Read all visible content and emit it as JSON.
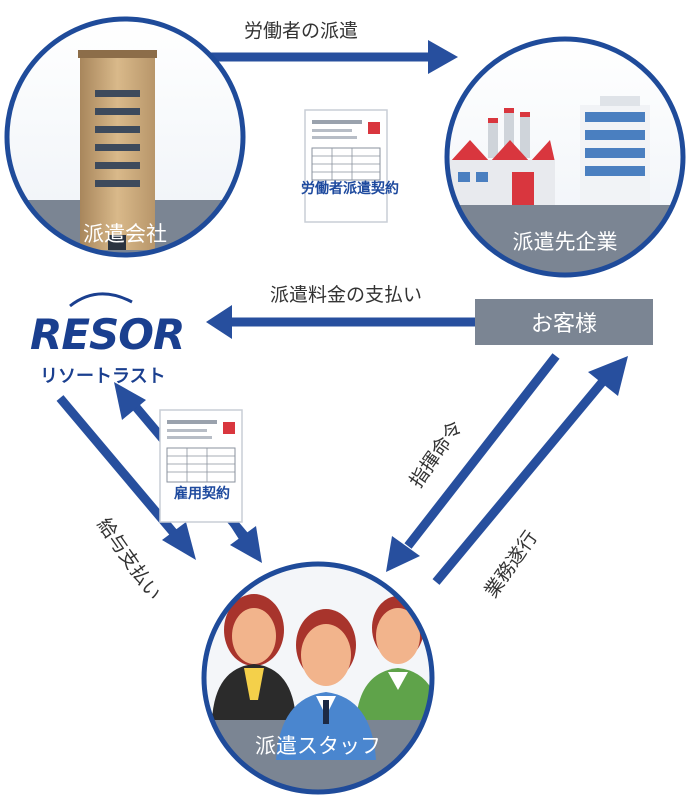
{
  "nodes": {
    "dispatch_company": "派遣会社",
    "client_company": "派遣先企業",
    "customer": "お客様",
    "staff": "派遣スタッフ"
  },
  "logo": {
    "wordmark": "RESOR",
    "katakana": "リソートラスト"
  },
  "arrows": {
    "labor_dispatch": "労働者の派遣",
    "fee_payment": "派遣料金の支払い",
    "salary_payment": "給与支払い",
    "instructions": "指揮命令",
    "work_performance": "業務遂行"
  },
  "documents": {
    "dispatch_contract": "労働者派遣契約",
    "employment_contract": "雇用契約"
  },
  "colors": {
    "arrow_blue": "#274f9e",
    "circle_border": "#1f4b9a",
    "label_band": "#7b8593",
    "logo_blue": "#1a3f8f",
    "doc_red": "#d9363e"
  }
}
